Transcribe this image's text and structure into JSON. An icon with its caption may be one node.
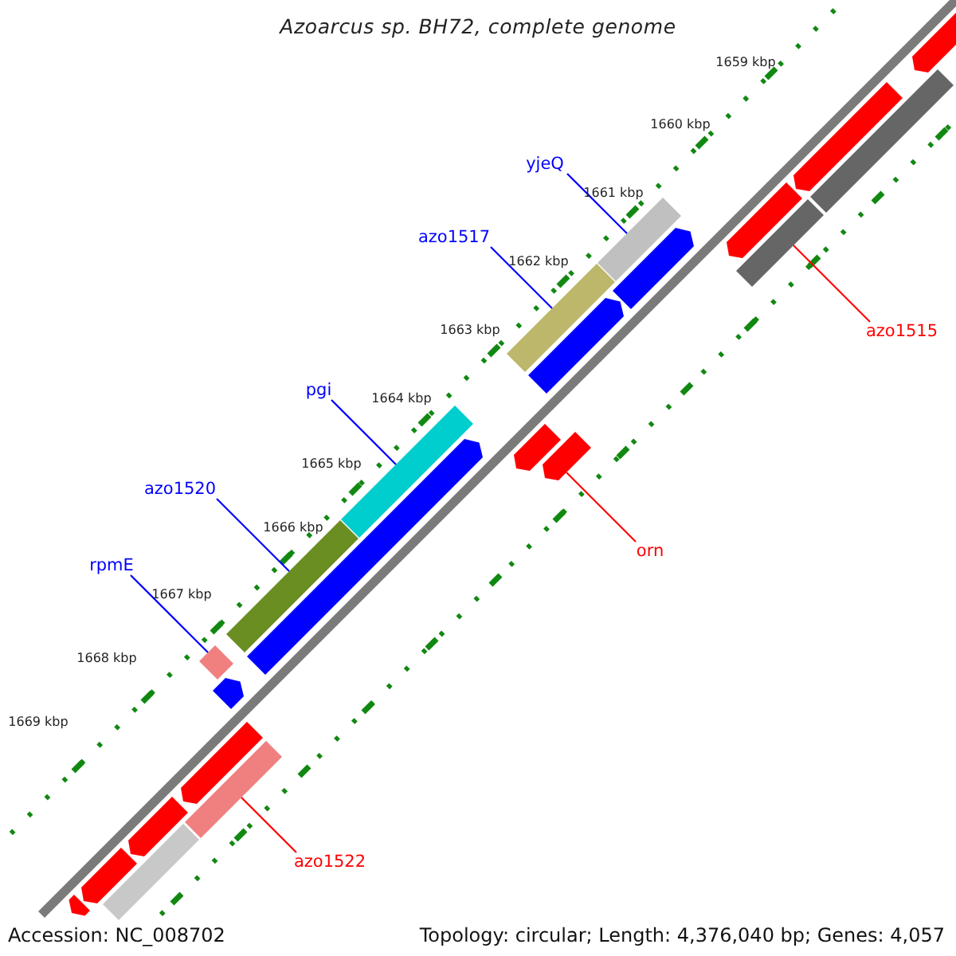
{
  "diagram": {
    "title": "Azoarcus sp. BH72, complete genome",
    "nodes": [
      {
        "text": [
          "yjeQ"
        ]
      },
      {
        "text": [
          "azo1517"
        ]
      },
      {
        "text": [
          "pgi"
        ]
      },
      {
        "text": [
          "azo1520"
        ]
      },
      {
        "text": [
          "rpmE"
        ]
      },
      {
        "text": [
          "azo1515"
        ]
      },
      {
        "text": [
          "orn"
        ]
      },
      {
        "text": [
          "azo1522"
        ]
      },
      {
        "text": [],
        "shape": "arrow"
      },
      {
        "text": [],
        "shape": "arrow"
      },
      {
        "text": [],
        "shape": "bar"
      },
      {
        "text": [],
        "shape": "arrow"
      },
      {
        "text": [],
        "shape": "bar"
      },
      {
        "text": [],
        "shape": "bar"
      },
      {
        "text": [],
        "shape": "arrow"
      },
      {
        "text": [],
        "shape": "bar"
      },
      {
        "text": [],
        "shape": "arrow"
      },
      {
        "text": [],
        "shape": "arrow"
      },
      {
        "text": [],
        "shape": "arrow"
      },
      {
        "text": [],
        "shape": "bar"
      },
      {
        "text": [],
        "shape": "arrow"
      },
      {
        "text": [],
        "shape": "bar"
      },
      {
        "text": [],
        "shape": "bar"
      },
      {
        "text": [],
        "shape": "arrow"
      },
      {
        "text": [],
        "shape": "arrow"
      },
      {
        "text": [],
        "shape": "bar"
      },
      {
        "text": [],
        "shape": "arrow"
      },
      {
        "text": [],
        "shape": "arrow"
      },
      {
        "text": [],
        "shape": "arrow"
      },
      {
        "text": [],
        "shape": "bar"
      }
    ],
    "edges": [
      {
        "from": 0,
        "to": 12,
        "arrow": "none"
      },
      {
        "from": 1,
        "to": 15,
        "arrow": "none"
      },
      {
        "from": 2,
        "to": 19,
        "arrow": "none"
      },
      {
        "from": 3,
        "to": 21,
        "arrow": "none"
      },
      {
        "from": 4,
        "to": 22,
        "arrow": "none"
      },
      {
        "from": 5,
        "to": 13,
        "arrow": "none",
        "color": "#ff0000"
      },
      {
        "from": 6,
        "to": 18,
        "arrow": "none",
        "color": "#ff0000"
      },
      {
        "from": 7,
        "to": 25,
        "arrow": "none",
        "color": "#ff0000"
      }
    ],
    "labels": [
      "1659 kbp",
      "1660 kbp",
      "1661 kbp",
      "1662 kbp",
      "1663 kbp",
      "1664 kbp",
      "1665 kbp",
      "1666 kbp",
      "1667 kbp",
      "1668 kbp",
      "1669 kbp",
      "Accession: NC_008702",
      "Topology: circular; Length: 4,376,040 bp; Genes: 4,057"
    ]
  }
}
